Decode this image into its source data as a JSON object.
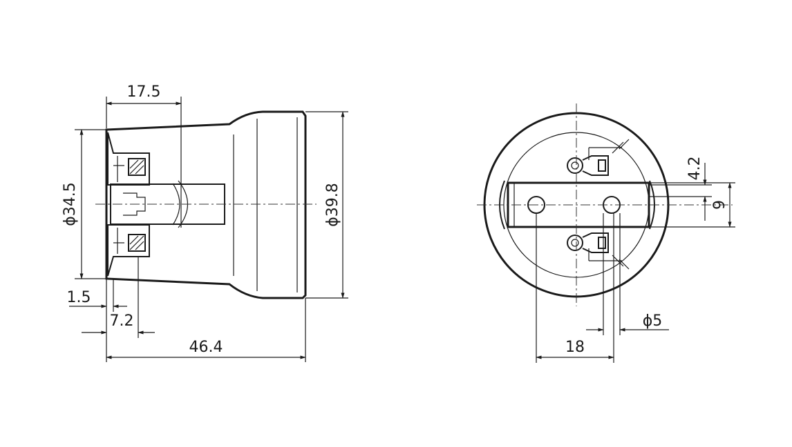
{
  "side_view": {
    "dims": {
      "width_17_5": "17.5",
      "dia_34_5": "ϕ34.5",
      "dia_39_8": "ϕ39.8",
      "off_1_5": "1.5",
      "off_7_2": "7.2",
      "length_46_4": "46.4"
    }
  },
  "front_view": {
    "dims": {
      "gap_4_2": "4.2",
      "height_9": "9",
      "dia_5": "ϕ5",
      "spacing_18": "18"
    }
  },
  "colors": {
    "line": "#1a1a1a",
    "background": "#ffffff"
  }
}
